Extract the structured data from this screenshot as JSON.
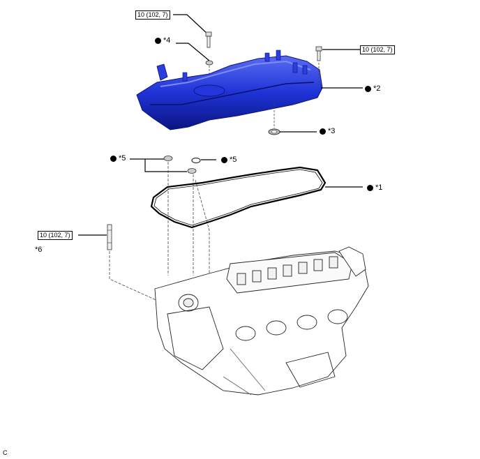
{
  "torques": [
    {
      "id": "t1",
      "text": "10 (102, 7)"
    },
    {
      "id": "t2",
      "text": "10 (102, 7)"
    },
    {
      "id": "t3",
      "text": "10 (102, 7)"
    }
  ],
  "callouts": [
    {
      "id": "c4",
      "text": "*4",
      "dot": true
    },
    {
      "id": "c2",
      "text": "*2",
      "dot": true
    },
    {
      "id": "c3",
      "text": "*3",
      "dot": true
    },
    {
      "id": "c5a",
      "text": "*5",
      "dot": true
    },
    {
      "id": "c5b",
      "text": "*5",
      "dot": true
    },
    {
      "id": "c1",
      "text": "*1",
      "dot": true
    },
    {
      "id": "c6",
      "text": "*6",
      "dot": false
    }
  ],
  "corner_mark": "C",
  "colors": {
    "cover": "#1f33d6",
    "cover_dark": "#0a1580",
    "cover_light": "#5a6cf2",
    "line": "#000000"
  }
}
